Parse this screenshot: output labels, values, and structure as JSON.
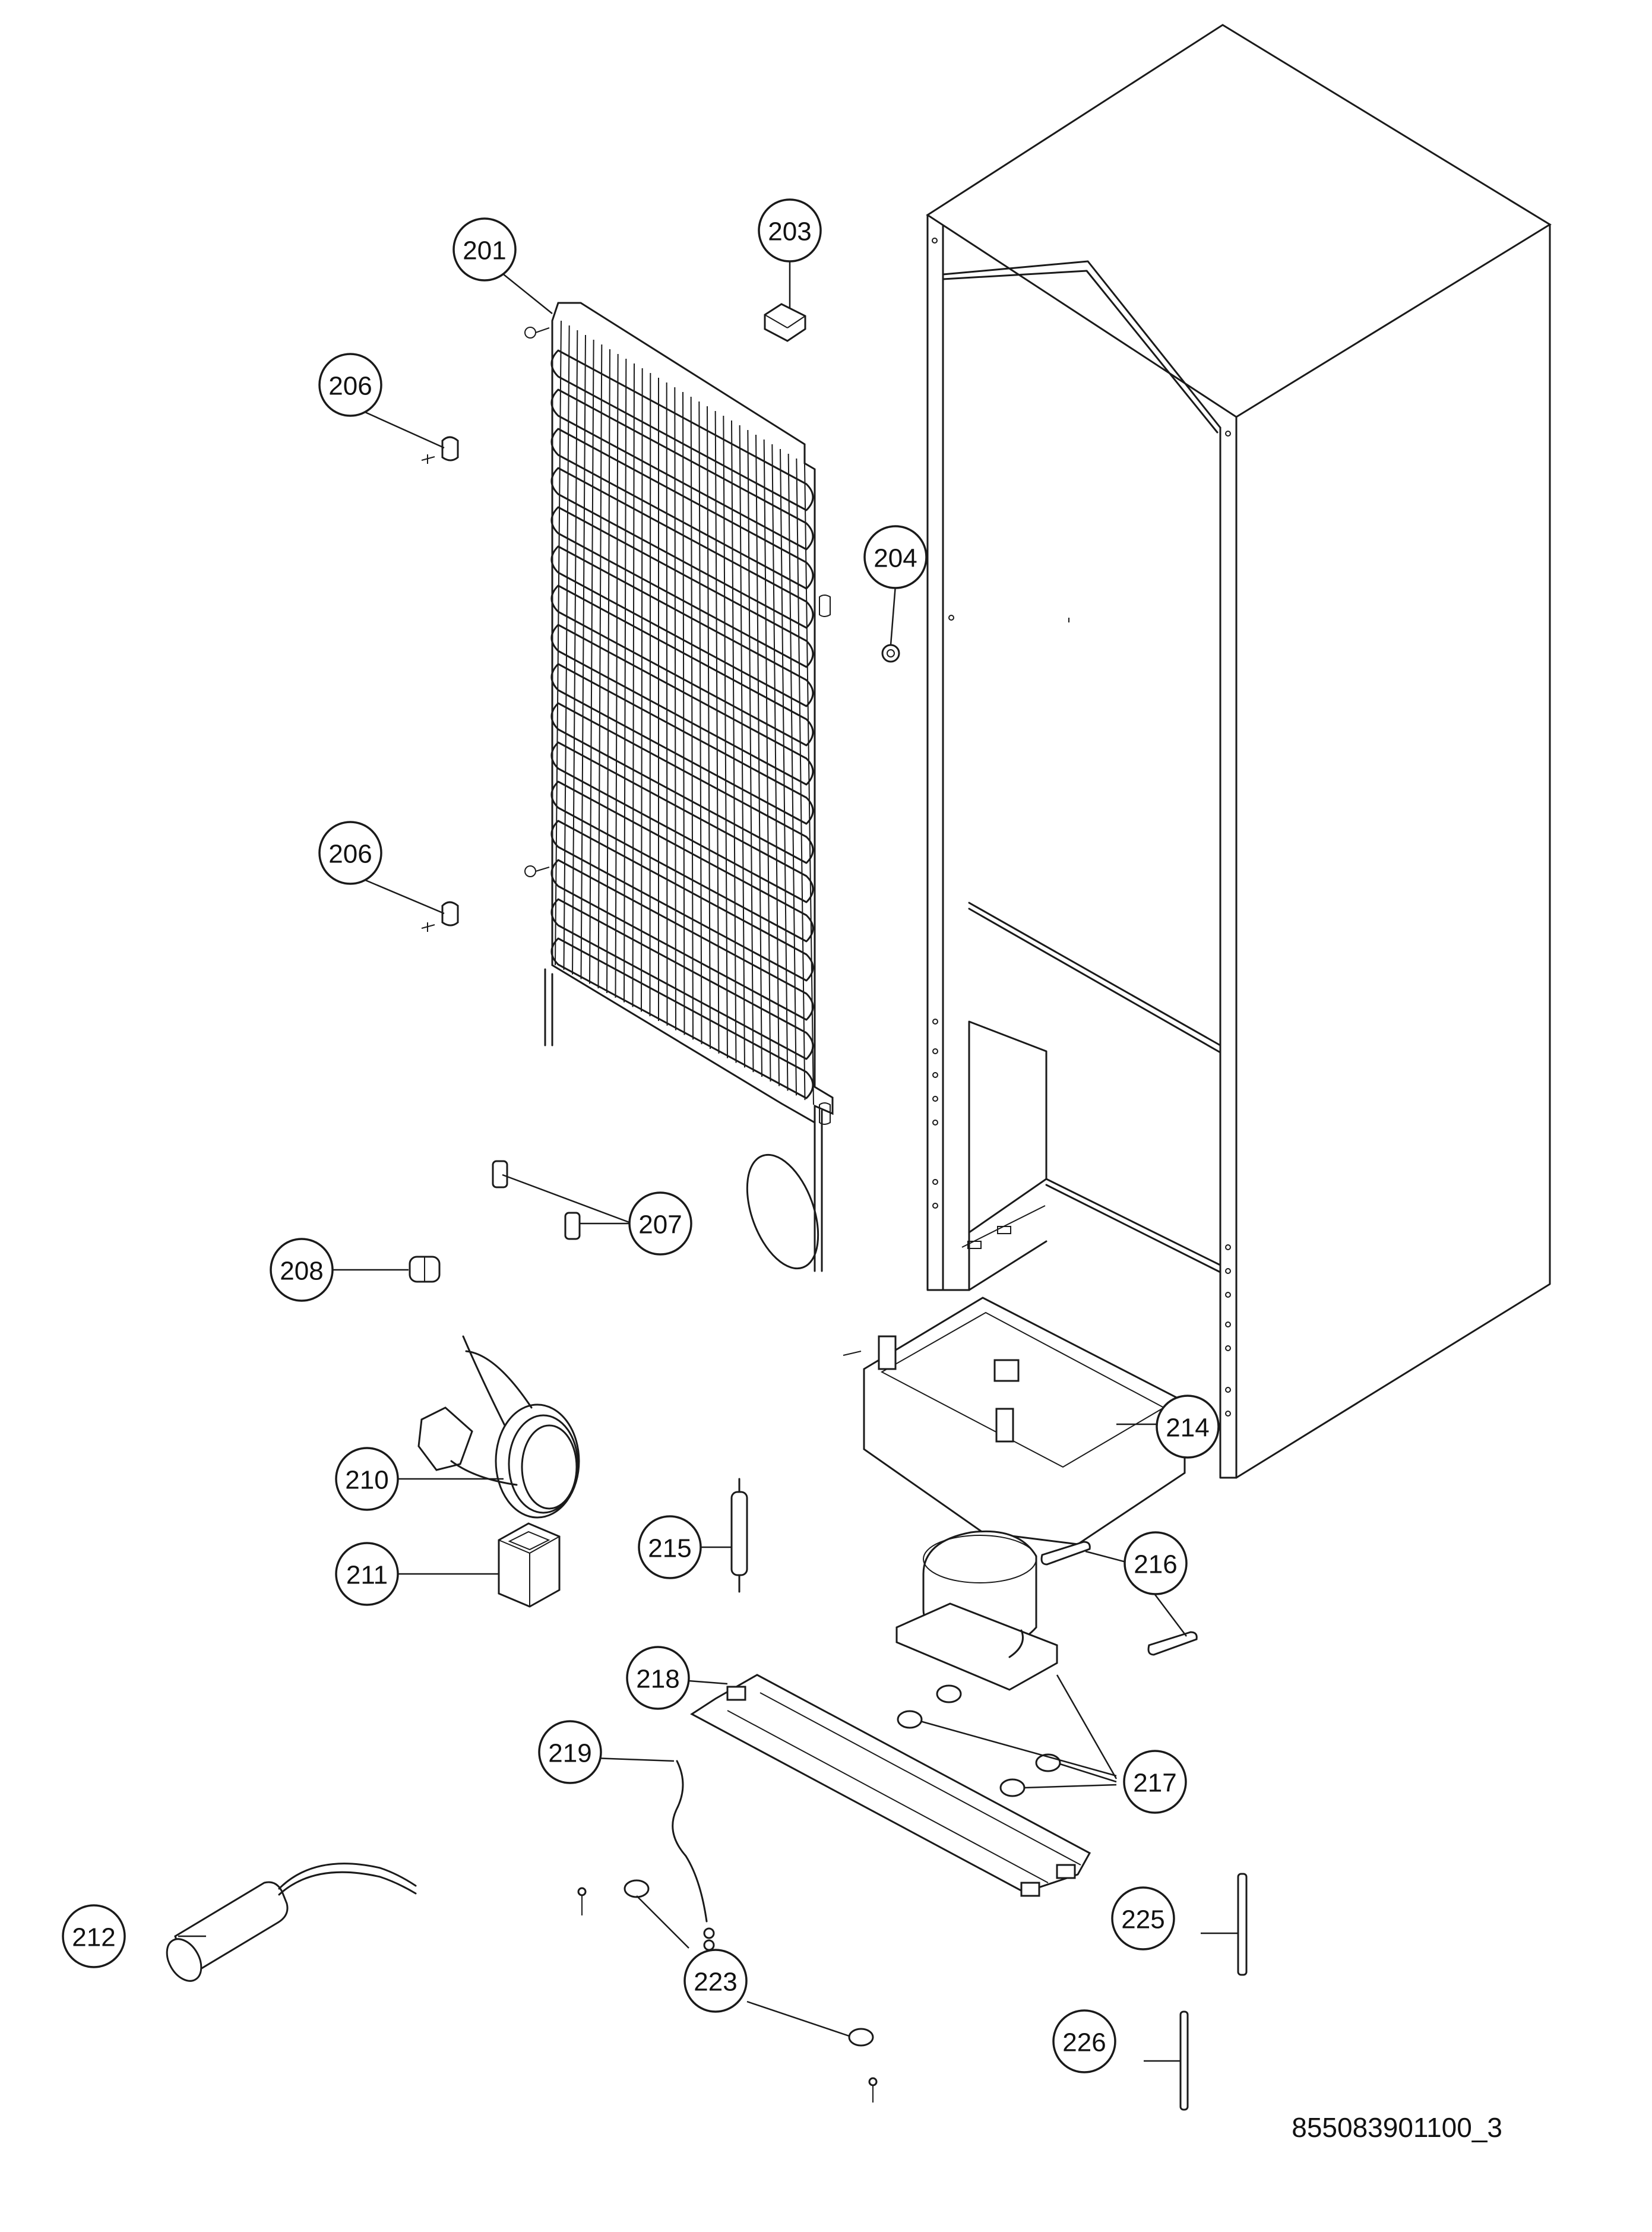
{
  "drawing_code": "855083901100_3",
  "callouts": [
    {
      "id": "c201",
      "label": "201",
      "part": "condenser"
    },
    {
      "id": "c203",
      "label": "203",
      "part": "clip"
    },
    {
      "id": "c204",
      "label": "204",
      "part": "grommet"
    },
    {
      "id": "c206a",
      "label": "206",
      "part": "condenser-bracket"
    },
    {
      "id": "c206b",
      "label": "206",
      "part": "condenser-bracket"
    },
    {
      "id": "c207",
      "label": "207",
      "part": "spacer"
    },
    {
      "id": "c208",
      "label": "208",
      "part": "bushing"
    },
    {
      "id": "c210",
      "label": "210",
      "part": "power-cord"
    },
    {
      "id": "c211",
      "label": "211",
      "part": "box"
    },
    {
      "id": "c212",
      "label": "212",
      "part": "capacitor"
    },
    {
      "id": "c214",
      "label": "214",
      "part": "drip-tray"
    },
    {
      "id": "c215",
      "label": "215",
      "part": "filter-drier"
    },
    {
      "id": "c216",
      "label": "216",
      "part": "clamp"
    },
    {
      "id": "c217",
      "label": "217",
      "part": "compressor-rubber-feet"
    },
    {
      "id": "c218",
      "label": "218",
      "part": "compressor-base-plate"
    },
    {
      "id": "c219",
      "label": "219",
      "part": "earth-wire"
    },
    {
      "id": "c223",
      "label": "223",
      "part": "washer"
    },
    {
      "id": "c225",
      "label": "225",
      "part": "tube"
    },
    {
      "id": "c226",
      "label": "226",
      "part": "tube"
    }
  ]
}
